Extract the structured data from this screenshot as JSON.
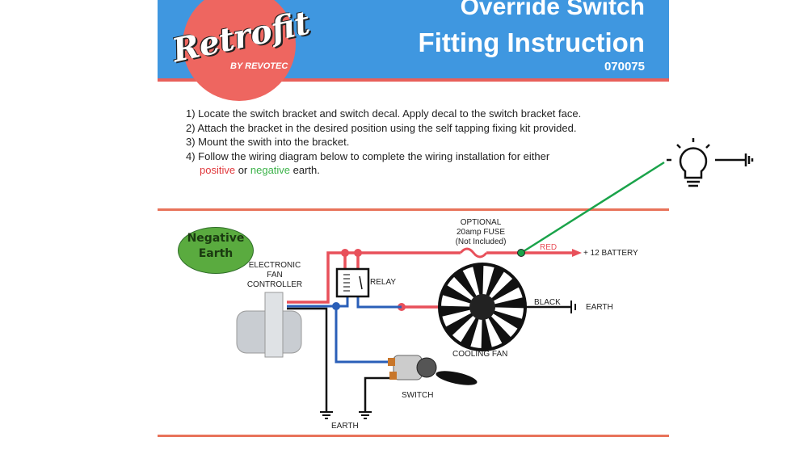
{
  "header": {
    "logo_text": "Retrofit",
    "logo_sub": "BY REVOTEC",
    "title_line1": "Override Switch",
    "title_line2": "Fitting Instruction",
    "part_number": "070075"
  },
  "instructions": {
    "step1": "1) Locate the switch bracket and switch decal. Apply decal to the switch bracket face.",
    "step2": "2) Attach the bracket in the desired position using the self tapping fixing kit provided.",
    "step3": "3) Mount the swith into the bracket.",
    "step4_prefix": "4) Follow the wiring diagram below to complete the wiring installation for either",
    "positive": "positive",
    "or": " or ",
    "negative": "negative",
    "earth_suffix": " earth."
  },
  "diagram": {
    "badge_line1": "Negative",
    "badge_line2": "Earth",
    "controller_label": "ELECTRONIC\nFAN\nCONTROLLER",
    "relay_label": "RELAY",
    "fuse_label": "OPTIONAL\n20amp FUSE\n(Not Included)",
    "red_label": "RED",
    "battery_label": "+ 12 BATTERY",
    "black_label": "BLACK",
    "earth_right": "EARTH",
    "fan_label": "COOLING FAN",
    "switch_label": "SWITCH",
    "earth_bottom": "EARTH"
  },
  "colors": {
    "header_blue": "#3f97e0",
    "logo_red": "#ee6660",
    "wire_red": "#e8505a",
    "wire_blue": "#2a5fb8",
    "wire_green": "#1aa34a"
  }
}
